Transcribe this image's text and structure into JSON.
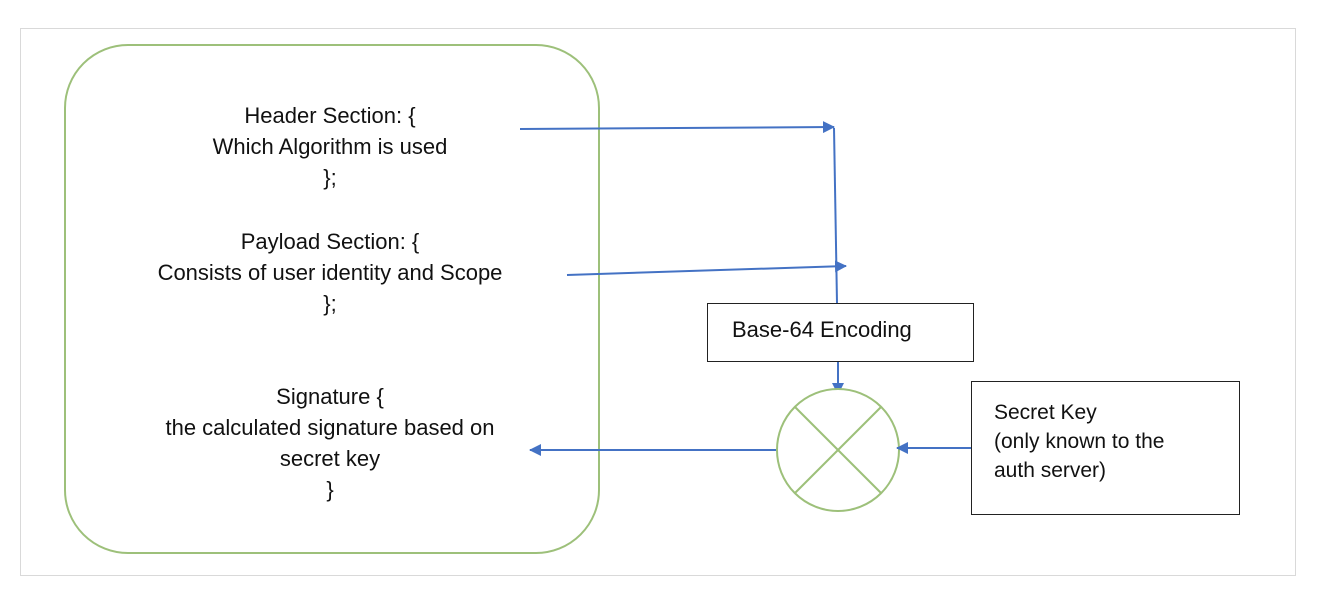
{
  "token": {
    "header": {
      "line1": "Header Section: {",
      "line2": "Which Algorithm is used",
      "line3": "};"
    },
    "payload": {
      "line1": "Payload Section: {",
      "line2": "Consists of user identity and Scope",
      "line3": "};"
    },
    "signature": {
      "line1": "Signature {",
      "line2": "the calculated signature based on",
      "line3": "secret key",
      "line4": "}"
    }
  },
  "encoding": {
    "label": "Base-64 Encoding"
  },
  "secret_key": {
    "line1": "Secret Key",
    "line2": "(only known to the",
    "line3": "auth server)"
  },
  "colors": {
    "token_border": "#9dc07a",
    "arrow": "#4472c4",
    "combiner": "#9dc07a",
    "box_border": "#222222"
  }
}
